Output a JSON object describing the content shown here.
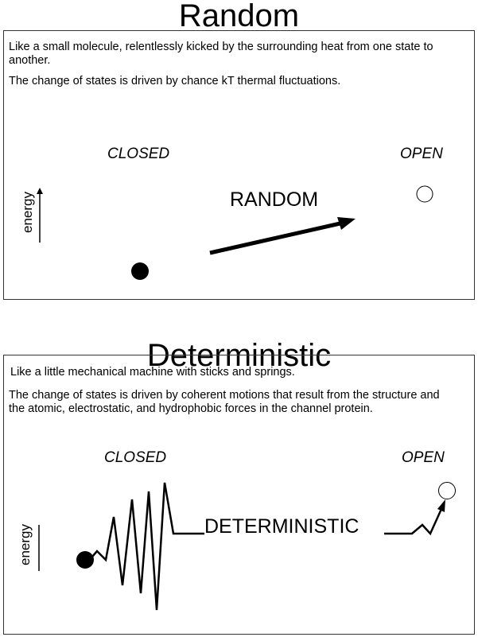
{
  "random": {
    "title": "Random",
    "description_1": "Like a small molecule, relentlessly kicked by the surrounding heat from one state to another.",
    "description_2": "The change of states is driven by chance kT thermal fluctuations.",
    "closed_label": "CLOSED",
    "open_label": "OPEN",
    "path_label": "RANDOM",
    "axis_label": "energy"
  },
  "deterministic": {
    "title": "Deterministic",
    "description_1": "Like a little mechanical machine with sticks and springs.",
    "description_2": "The change of states is driven by coherent motions that result from the structure and the atomic, electrostatic, and hydrophobic forces in the channel protein.",
    "closed_label": "CLOSED",
    "open_label": "OPEN",
    "path_label": "DETERMINISTIC",
    "axis_label": "energy"
  }
}
